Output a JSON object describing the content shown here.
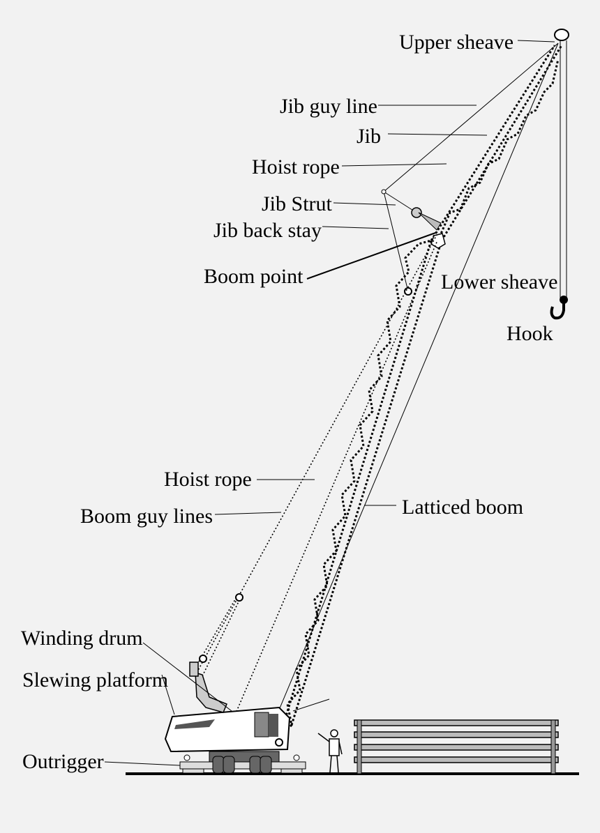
{
  "labels": {
    "upper_sheave": "Upper sheave",
    "jib_guy_line": "Jib guy line",
    "jib": "Jib",
    "hoist_rope_top": "Hoist rope",
    "jib_strut": "Jib Strut",
    "jib_back_stay": "Jib back stay",
    "boom_point": "Boom point",
    "lower_sheave": "Lower sheave",
    "hook": "Hook",
    "hoist_rope_bottom": "Hoist rope",
    "boom_guy_lines": "Boom guy lines",
    "latticed_boom": "Latticed boom",
    "winding_drum": "Winding drum",
    "slewing_platform": "Slewing platform",
    "outrigger": "Outrigger"
  },
  "colors": {
    "background": "#f2f2f2",
    "line": "#000000",
    "body_fill": "#ffffff",
    "shade_fill": "#808080"
  }
}
